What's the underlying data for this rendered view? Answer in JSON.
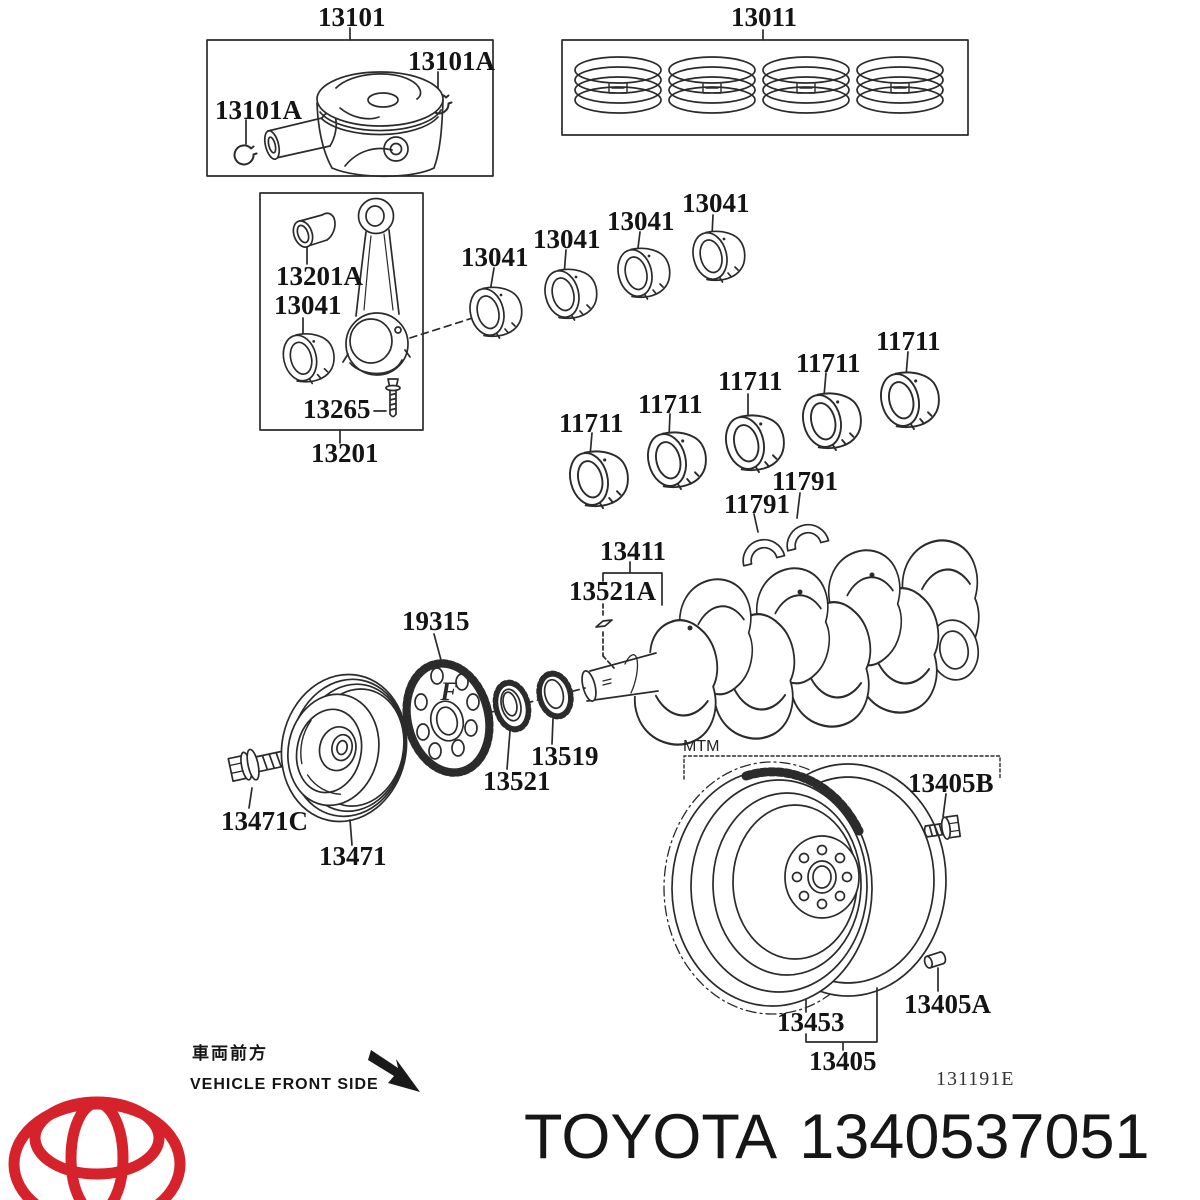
{
  "colors": {
    "line": "#2b2b2b",
    "text": "#141414",
    "brand_red": "#d5222b"
  },
  "parts": {
    "13101": "13101",
    "13101A": "13101A",
    "13011": "13011",
    "13201A": "13201A",
    "13041": "13041",
    "13265": "13265",
    "13201": "13201",
    "11711": "11711",
    "11791": "11791",
    "13411": "13411",
    "13521A": "13521A",
    "19315": "19315",
    "13521": "13521",
    "13519": "13519",
    "13471C": "13471C",
    "13471": "13471",
    "13405B": "13405B",
    "13405A": "13405A",
    "13453": "13453",
    "13405": "13405"
  },
  "drawing": {
    "transmission_tag": "MTM",
    "gear_mark": "F",
    "code": "131191E",
    "front_side_jp": "車両前方",
    "front_side_en": "VEHICLE FRONT SIDE"
  },
  "footer": {
    "brand": "TOYOTA",
    "part_number": "1340537051"
  }
}
